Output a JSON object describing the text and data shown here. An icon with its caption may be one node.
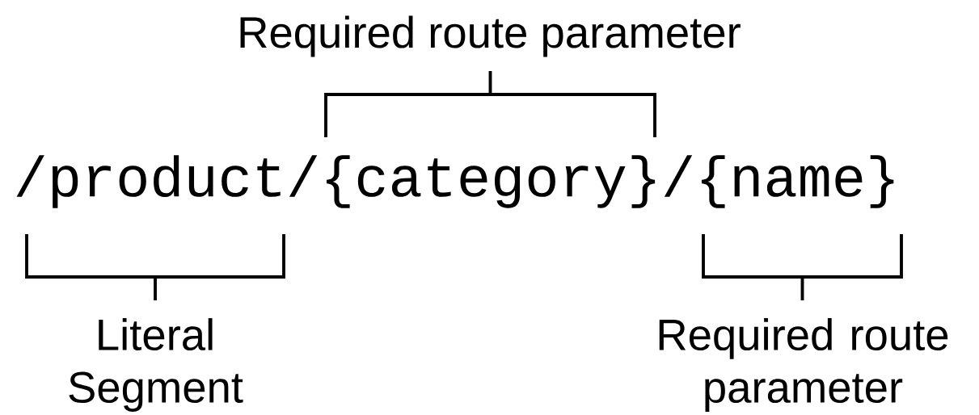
{
  "diagram": {
    "labels": [
      "Required route parameter",
      "/product/{category}/{name}",
      "Literal Segment",
      "Required route parameter"
    ]
  }
}
